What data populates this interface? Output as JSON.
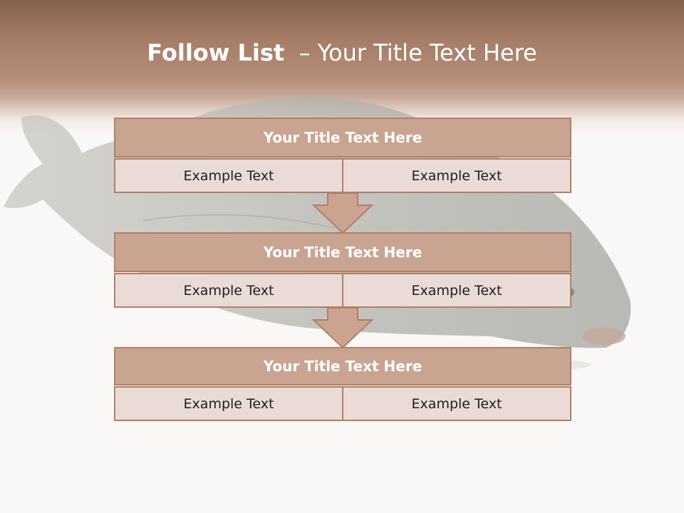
{
  "slide": {
    "title_bold": "Follow List",
    "title_rest": "  – Your Title Text Here"
  },
  "steps": [
    {
      "title": "Your Title Text Here",
      "left": "Example Text",
      "right": "Example Text"
    },
    {
      "title": "Your Title Text Here",
      "left": "Example Text",
      "right": "Example Text"
    },
    {
      "title": "Your Title Text Here",
      "left": "Example Text",
      "right": "Example Text"
    }
  ],
  "colors": {
    "header": "#a77e68",
    "box_title": "#c9a591",
    "box_cell": "#ebdbd6",
    "border": "#b27e66",
    "arrow": "#cba491"
  }
}
